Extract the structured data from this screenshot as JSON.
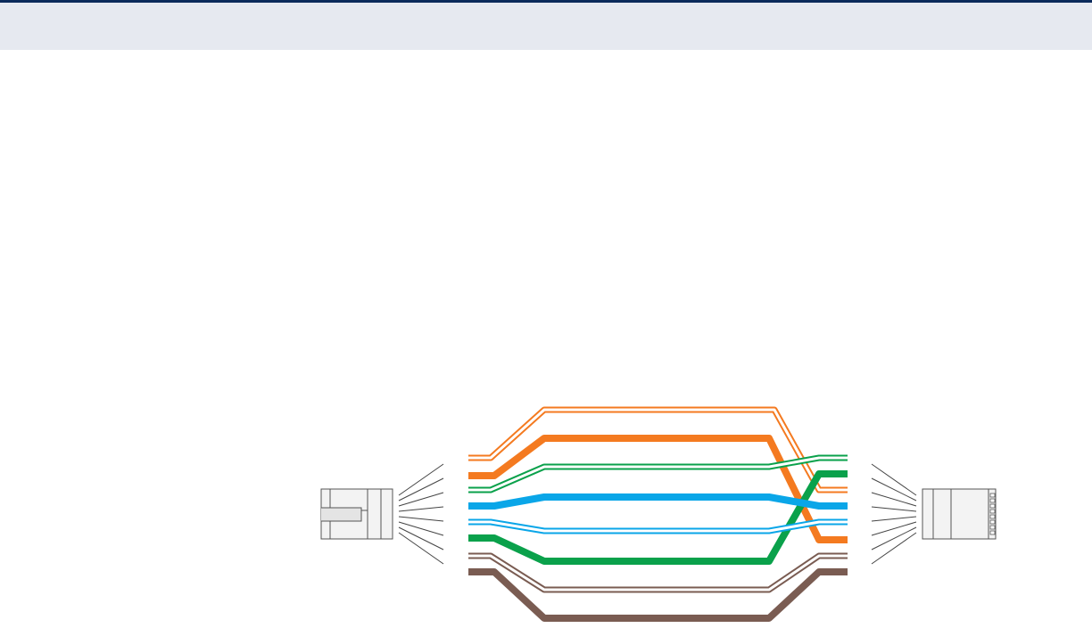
{
  "colors": {
    "top_rule": "#0b2a5b",
    "header_band": "#e6e9f0",
    "orange": "#f47a20",
    "green": "#0aa14b",
    "blue": "#0aa6e8",
    "brown": "#7a5c52",
    "connector_stroke": "#555555",
    "connector_fill": "#f3f3f3"
  },
  "wires": [
    {
      "id": "white-orange",
      "color": "orange",
      "striped": true
    },
    {
      "id": "orange",
      "color": "orange",
      "striped": false
    },
    {
      "id": "white-green",
      "color": "green",
      "striped": true
    },
    {
      "id": "blue",
      "color": "blue",
      "striped": false
    },
    {
      "id": "white-blue",
      "color": "blue",
      "striped": true
    },
    {
      "id": "green",
      "color": "green",
      "striped": false
    },
    {
      "id": "white-brown",
      "color": "brown",
      "striped": true
    },
    {
      "id": "brown",
      "color": "brown",
      "striped": false
    }
  ],
  "icons": {
    "left_plug": "rj45-plug-side-icon",
    "right_plug": "rj45-plug-pins-icon"
  }
}
